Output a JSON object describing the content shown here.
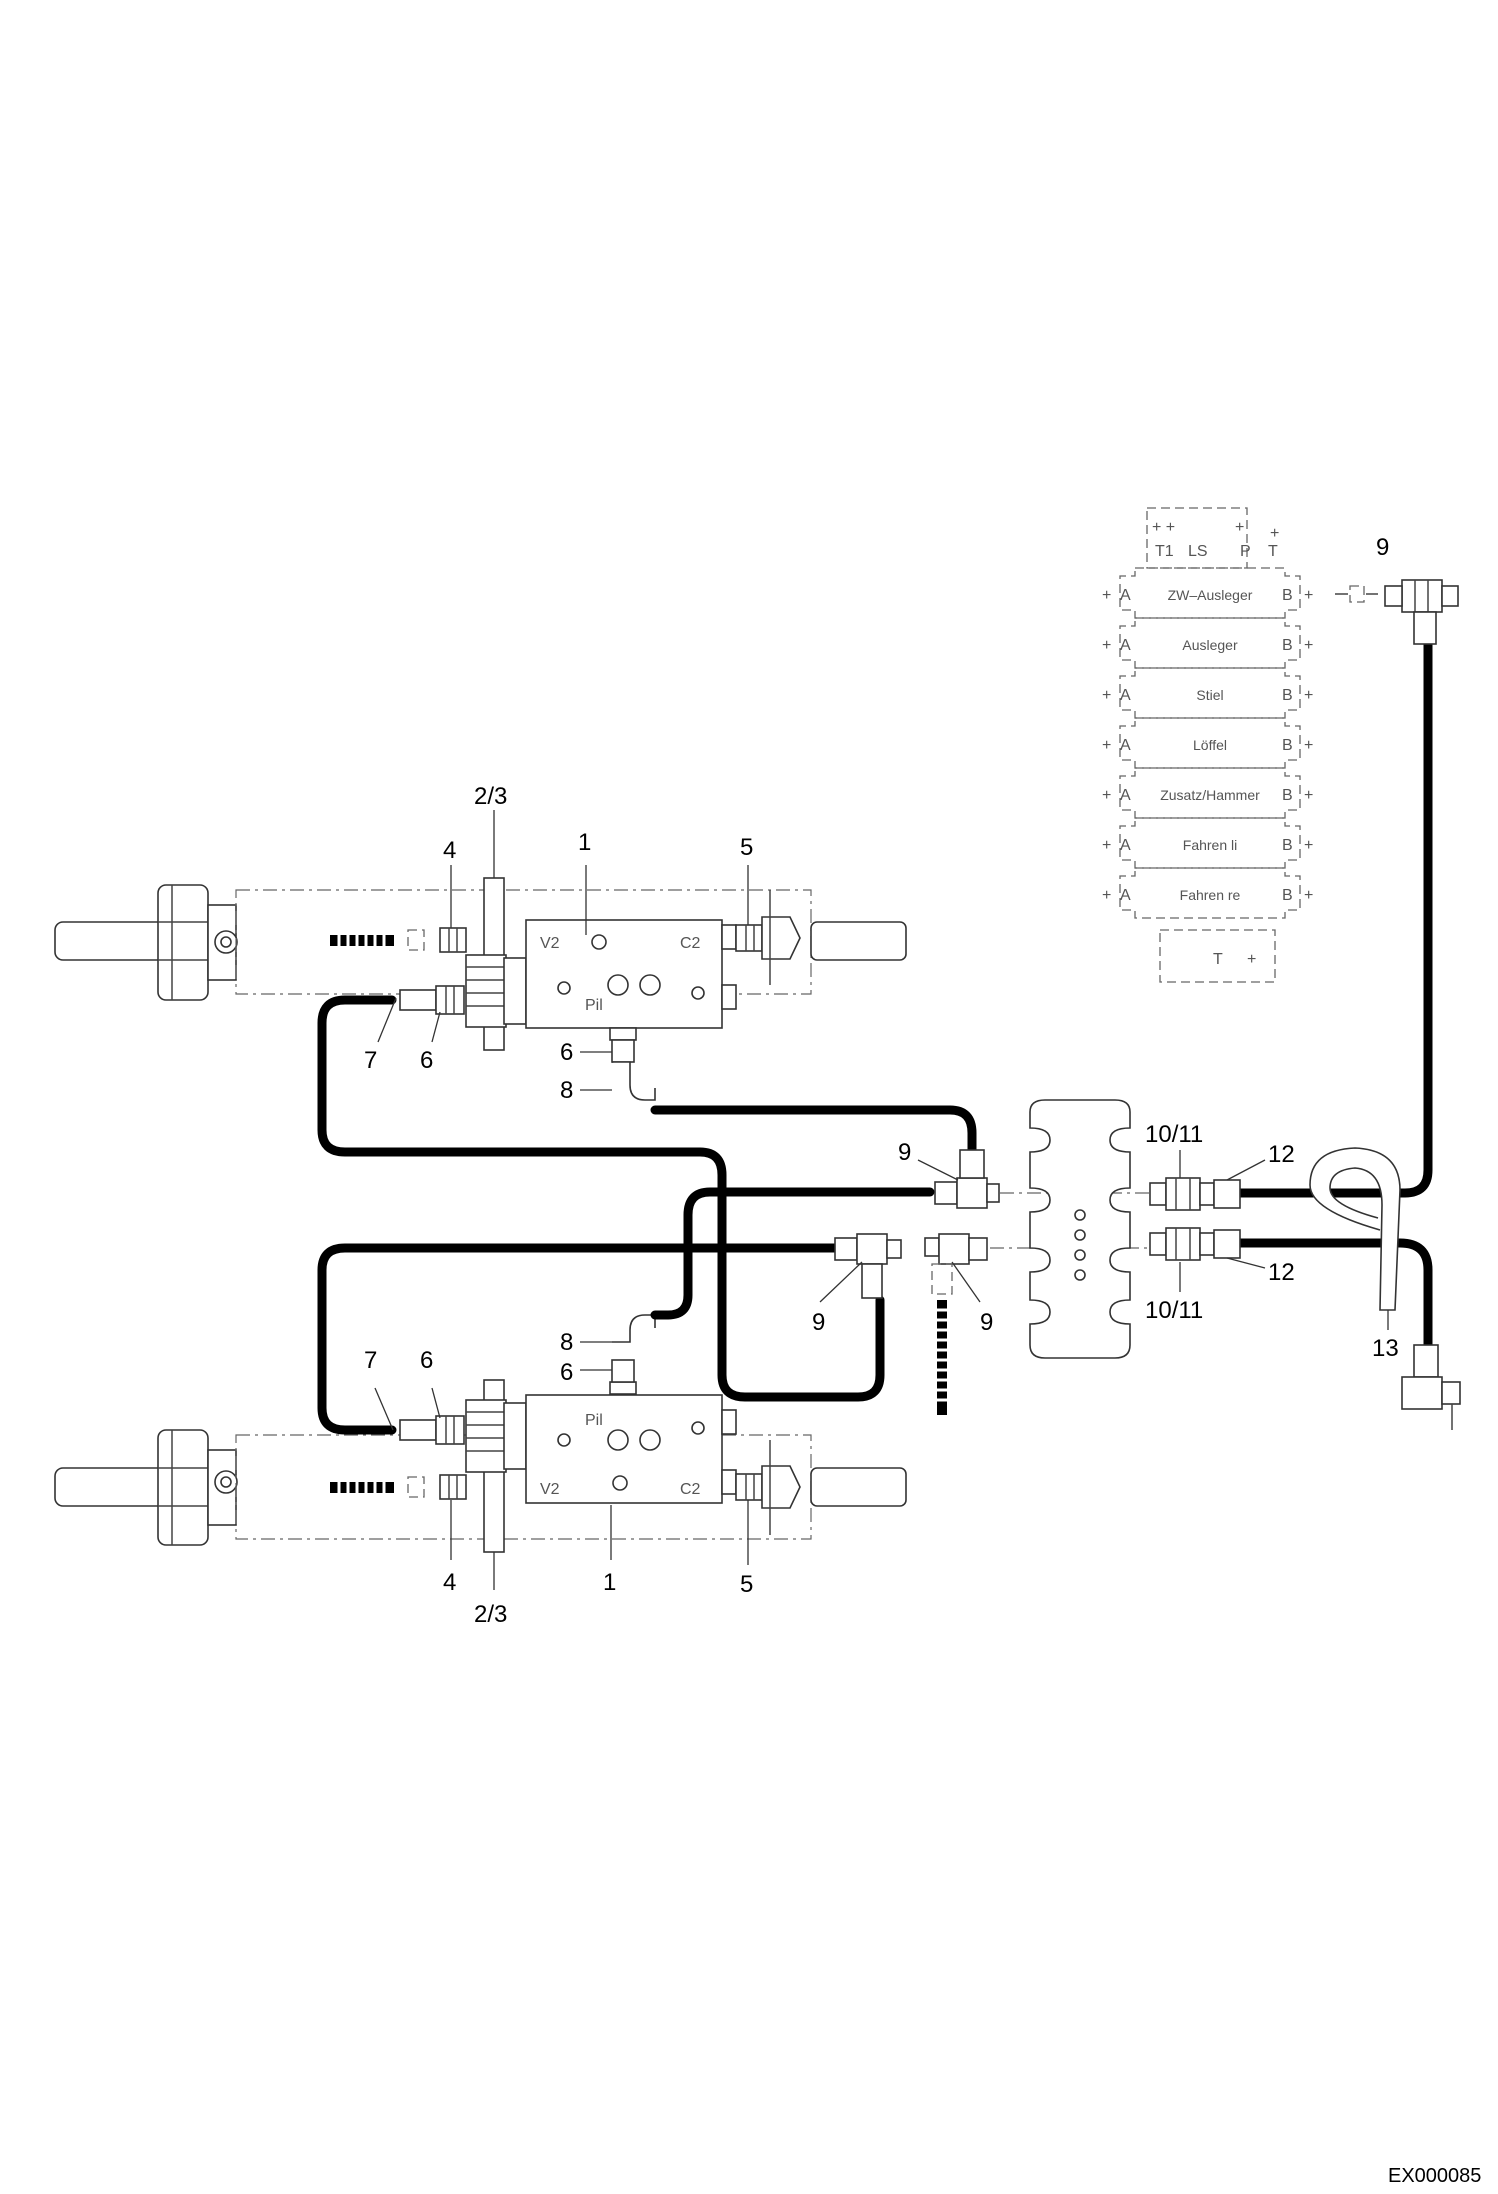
{
  "drawing_id": "EX000085",
  "callouts": {
    "top_cyl_23": "2/3",
    "top_cyl_4": "4",
    "top_cyl_1": "1",
    "top_cyl_5": "5",
    "top_cyl_7": "7",
    "top_cyl_6a": "6",
    "top_cyl_6b": "6",
    "top_cyl_8": "8",
    "bot_cyl_23": "2/3",
    "bot_cyl_4": "4",
    "bot_cyl_1": "1",
    "bot_cyl_5": "5",
    "bot_cyl_7": "7",
    "bot_cyl_6a": "6",
    "bot_cyl_6b": "6",
    "bot_cyl_8": "8",
    "tee_9a": "9",
    "tee_9b": "9",
    "tee_9c": "9",
    "tee_9d": "9",
    "coupling_1011a": "10/11",
    "coupling_1011b": "10/11",
    "hose_12a": "12",
    "hose_12b": "12",
    "clamp_13": "13"
  },
  "valve_block": {
    "top_ports": [
      "T1",
      "LS",
      "P",
      "T"
    ],
    "sections": [
      {
        "a": "A",
        "name": "ZW–Ausleger",
        "b": "B"
      },
      {
        "a": "A",
        "name": "Ausleger",
        "b": "B"
      },
      {
        "a": "A",
        "name": "Stiel",
        "b": "B"
      },
      {
        "a": "A",
        "name": "Löffel",
        "b": "B"
      },
      {
        "a": "A",
        "name": "Zusatz/Hammer",
        "b": "B"
      },
      {
        "a": "A",
        "name": "Fahren li",
        "b": "B"
      },
      {
        "a": "A",
        "name": "Fahren re",
        "b": "B"
      }
    ],
    "bottom_port": "T"
  },
  "valve_top": {
    "v2": "V2",
    "c2": "C2",
    "pil": "Pil"
  },
  "valve_bottom": {
    "v2": "V2",
    "c2": "C2",
    "pil": "Pil"
  }
}
